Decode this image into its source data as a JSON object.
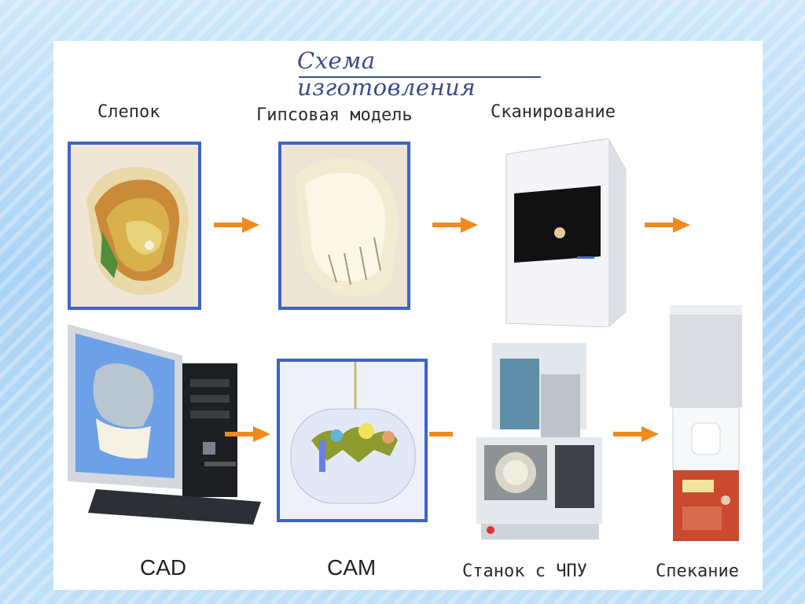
{
  "title": "Схема изготовления",
  "steps": {
    "impression": "Слепок",
    "plaster_model": "Гипсовая модель",
    "scanning": "Сканирование",
    "cad": "CAD",
    "cam": "CAM",
    "cnc_machine": "Станок с ЧПУ",
    "sintering": "Спекание"
  },
  "colors": {
    "title": "#3a4d8a",
    "frame": "#3e63c8",
    "arrow": "#f08a1c"
  }
}
